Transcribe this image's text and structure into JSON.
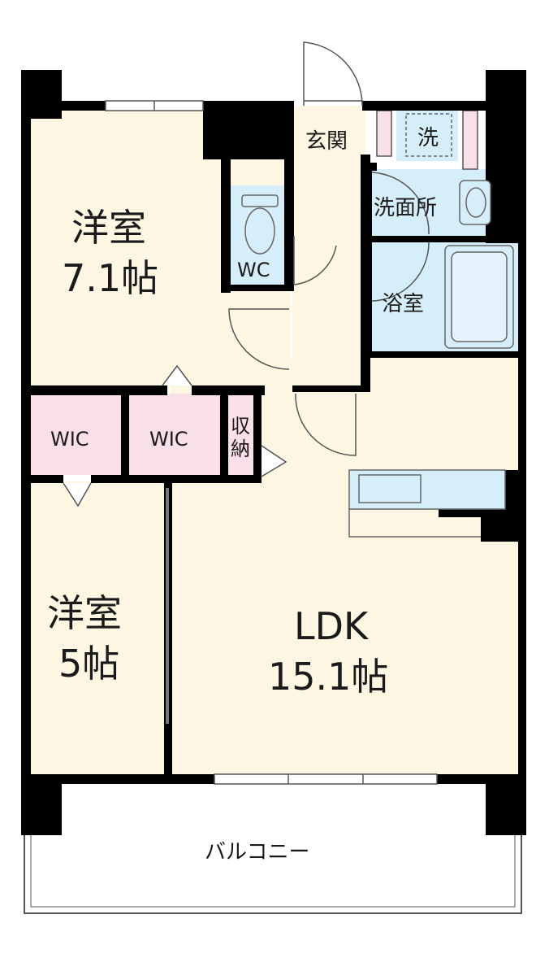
{
  "rooms": {
    "western1_name": "洋室",
    "western1_size": "7.1帖",
    "western2_name": "洋室",
    "western2_size": "5帖",
    "ldk_name": "LDK",
    "ldk_size": "15.1帖",
    "wic1": "WIC",
    "wic2": "WIC",
    "storage_top": "収",
    "storage_bottom": "納",
    "wc": "WC",
    "entrance": "玄関",
    "laundry": "洗",
    "washroom": "洗面所",
    "bath": "浴室",
    "balcony": "バルコニー"
  },
  "colors": {
    "floor_beige": "#fdf6e3",
    "wic_pink": "#f9dfe8",
    "wet_blue": "#d6eef9",
    "wall": "#000000"
  }
}
